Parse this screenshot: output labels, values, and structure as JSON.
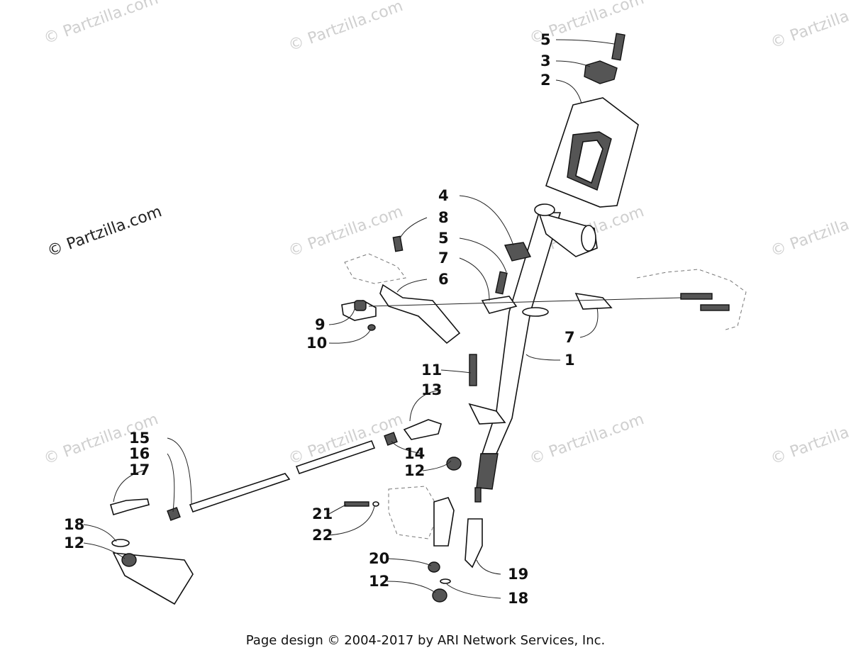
{
  "watermark": "© Partzilla.com",
  "footer": "Page design © 2004-2017 by ARI Network Services, Inc.",
  "callouts": [
    {
      "key": "c5a",
      "label": "5"
    },
    {
      "key": "c3",
      "label": "3"
    },
    {
      "key": "c2",
      "label": "2"
    },
    {
      "key": "c4",
      "label": "4"
    },
    {
      "key": "c8",
      "label": "8"
    },
    {
      "key": "c5b",
      "label": "5"
    },
    {
      "key": "c7a",
      "label": "7"
    },
    {
      "key": "c6",
      "label": "6"
    },
    {
      "key": "c9",
      "label": "9"
    },
    {
      "key": "c10",
      "label": "10"
    },
    {
      "key": "c7b",
      "label": "7"
    },
    {
      "key": "c1",
      "label": "1"
    },
    {
      "key": "c11",
      "label": "11"
    },
    {
      "key": "c13",
      "label": "13"
    },
    {
      "key": "c15",
      "label": "15"
    },
    {
      "key": "c16",
      "label": "16"
    },
    {
      "key": "c17",
      "label": "17"
    },
    {
      "key": "c14",
      "label": "14"
    },
    {
      "key": "c12a",
      "label": "12"
    },
    {
      "key": "c21",
      "label": "21"
    },
    {
      "key": "c22",
      "label": "22"
    },
    {
      "key": "c18a",
      "label": "18"
    },
    {
      "key": "c12b",
      "label": "12"
    },
    {
      "key": "c20",
      "label": "20"
    },
    {
      "key": "c19",
      "label": "19"
    },
    {
      "key": "c12c",
      "label": "12"
    },
    {
      "key": "c18b",
      "label": "18"
    }
  ]
}
